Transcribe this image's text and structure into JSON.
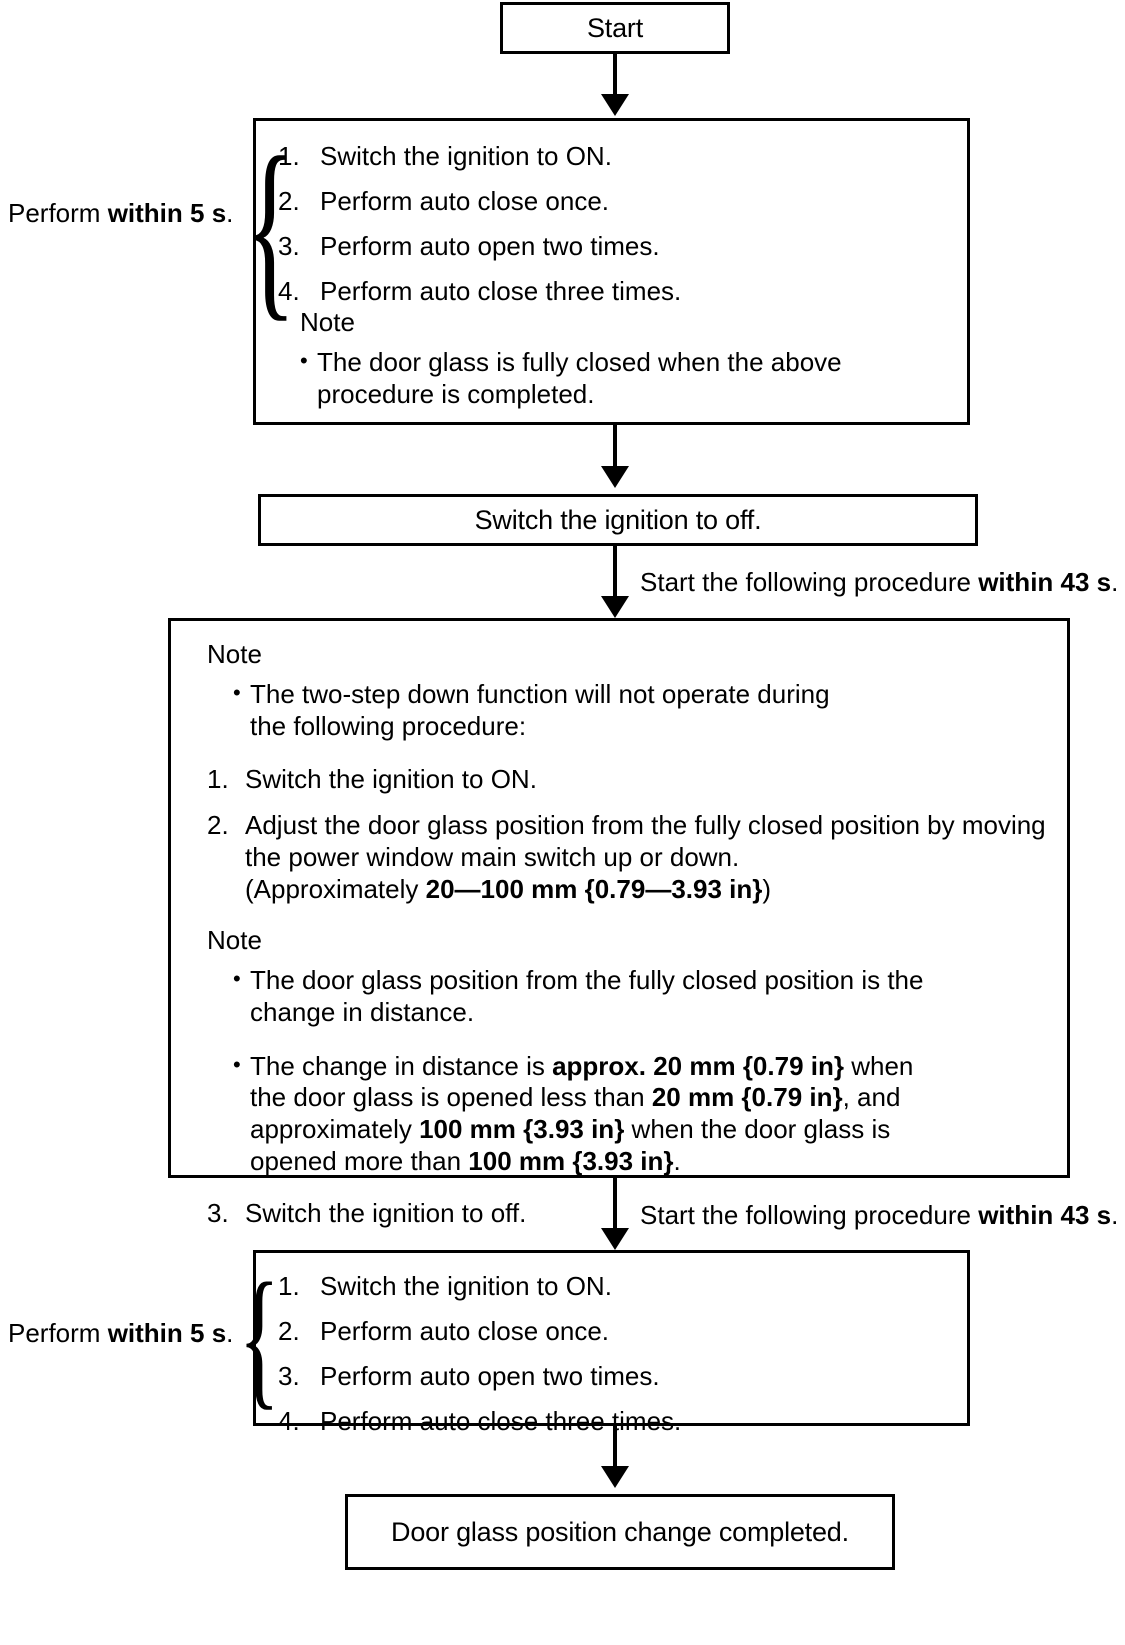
{
  "diagram": {
    "title": "Door glass position change procedure flowchart",
    "type": "flowchart",
    "line_color": "#000000",
    "background": "#ffffff"
  },
  "nodes": {
    "start": {
      "label": "Start"
    },
    "procedure_1": {
      "side_label_prefix": "Perform ",
      "side_label_bold": "within 5 s",
      "side_label_suffix": ".",
      "steps": [
        {
          "num": "1.",
          "text": "Switch the ignition to ON."
        },
        {
          "num": "2.",
          "text": "Perform auto close once."
        },
        {
          "num": "3.",
          "text": "Perform auto open two times."
        },
        {
          "num": "4.",
          "text": "Perform auto close three times."
        }
      ],
      "note_heading": "Note",
      "note_bullet": "The door glass is fully closed when the above procedure is completed."
    },
    "ignition_off": {
      "label": "Switch the ignition to off."
    },
    "edge_label_1": {
      "prefix": "Start the following procedure ",
      "bold": "within 43 s",
      "suffix": "."
    },
    "main_procedure": {
      "note_heading_1": "Note",
      "note_bullet_1": "The two-step down function will not operate during the following procedure:",
      "step_1_num": "1.",
      "step_1_text": "Switch the ignition to ON.",
      "step_2_num": "2.",
      "step_2_line1": "Adjust the door glass position from the fully closed position by moving the power window main switch up or down.",
      "step_2_line2_prefix": "(Approximately ",
      "step_2_line2_bold": "20—100 mm {0.79—3.93 in}",
      "step_2_line2_suffix": ")",
      "note_heading_2": "Note",
      "note_bullet_2": "The door glass position from the fully closed position is the change in distance.",
      "note_bullet_3_p1": "The change in distance is ",
      "note_bullet_3_b1": "approx. 20 mm {0.79 in}",
      "note_bullet_3_p2": " when the door glass is opened less than ",
      "note_bullet_3_b2": "20 mm {0.79 in}",
      "note_bullet_3_p3": ", and approximately ",
      "note_bullet_3_b3": "100 mm {3.93 in}",
      "note_bullet_3_p4": " when the door glass is opened more than ",
      "note_bullet_3_b4": "100 mm {3.93 in}",
      "note_bullet_3_p5": ".",
      "step_3_num": "3.",
      "step_3_text": "Switch the ignition to off."
    },
    "edge_label_2": {
      "prefix": "Start the following procedure ",
      "bold": "within 43 s",
      "suffix": "."
    },
    "procedure_2": {
      "side_label_prefix": "Perform ",
      "side_label_bold": "within 5 s",
      "side_label_suffix": ".",
      "steps": [
        {
          "num": "1.",
          "text": "Switch the ignition to ON."
        },
        {
          "num": "2.",
          "text": "Perform auto close once."
        },
        {
          "num": "3.",
          "text": "Perform auto open two times."
        },
        {
          "num": "4.",
          "text": "Perform auto close three times."
        }
      ]
    },
    "end": {
      "label": "Door glass position change completed."
    }
  },
  "symbols": {
    "bullet": "•",
    "brace_open": "{"
  }
}
